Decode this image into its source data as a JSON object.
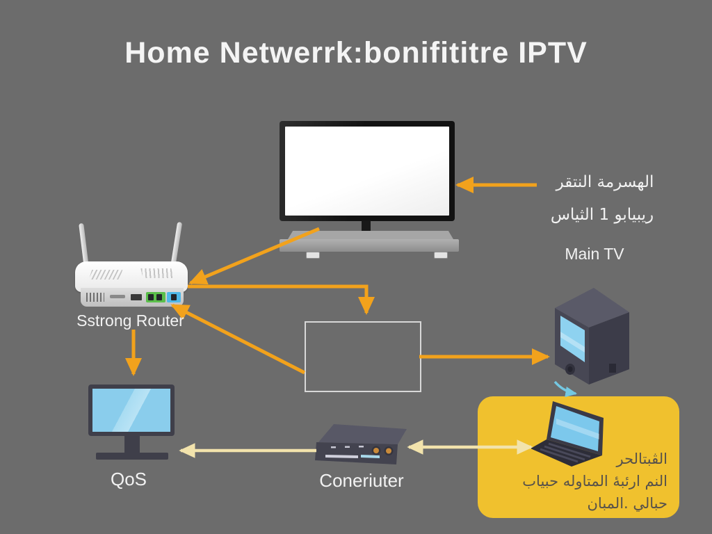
{
  "title": "Home Netwerrk:bonifititre IPTV",
  "colors": {
    "background": "#6C6C6C",
    "arrow_orange": "#F2A21C",
    "arrow_cream": "#F2E3AC",
    "swivel_blue": "#74C8E2",
    "highlight_panel": "#F0C12E",
    "screen_blue": "#8ACDEC",
    "device_slate": "#45454F",
    "tv_screen_white": "#FAFAFA",
    "label_text": "#F2F2F2",
    "note_text": "#56514B"
  },
  "labels": {
    "router": "Sstrong Router",
    "qos": "QoS",
    "settop": "Coneriuter",
    "main_tv": "Main TV",
    "tv_note_line1": "الهسرمة النتقر",
    "tv_note_line2": "ريبيابو 1 الثياس",
    "panel_note_line1": "الڤبتالحر",
    "panel_note_line2": "النم ارئبهٔ المتاوله حبياب",
    "panel_note_line3": "حبالي .المبان"
  }
}
